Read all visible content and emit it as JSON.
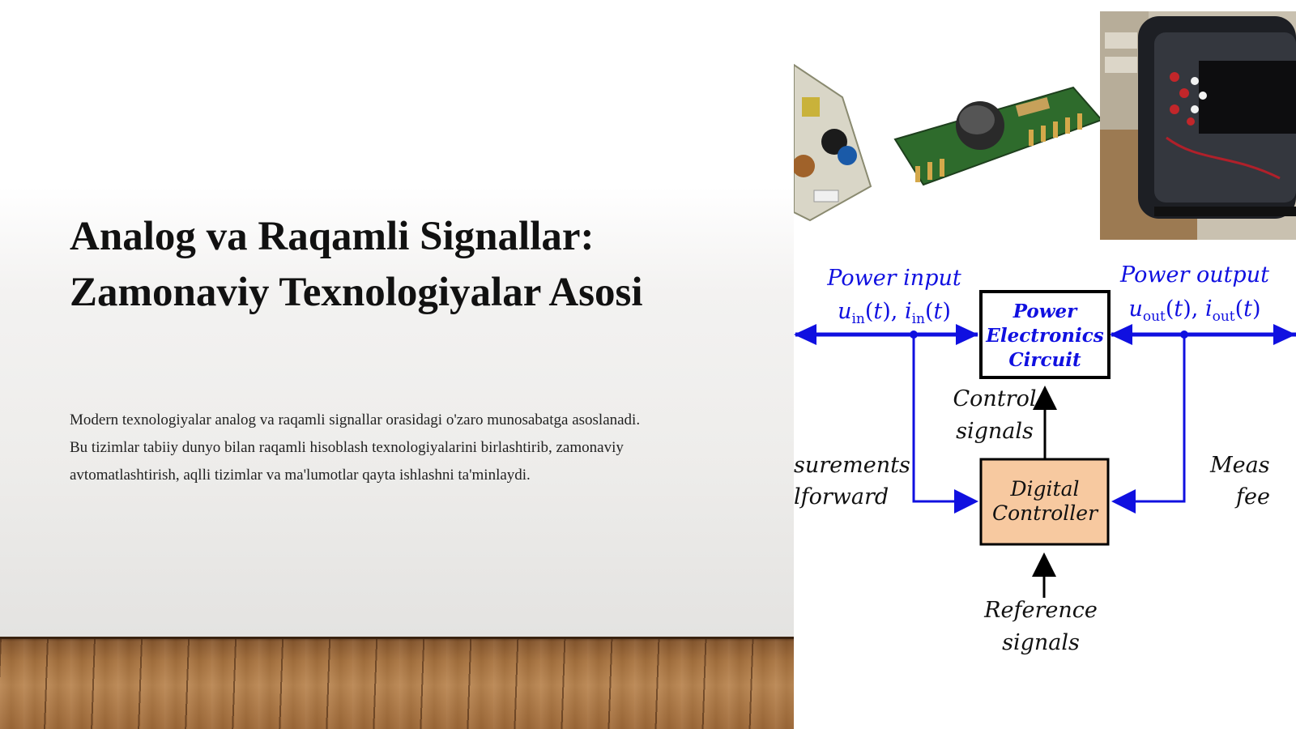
{
  "slide": {
    "title_line1": "Analog va Raqamli Signallar:",
    "title_line2": "Zamonaviy Texnologiyalar Asosi",
    "body_line1": "Modern texnologiyalar analog va raqamli signallar orasidagi o'zaro munosabatga asoslanadi.",
    "body_line2": "Bu tizimlar tabiiy dunyo bilan raqamli hisoblash texnologiyalarini birlashtirib, zamonaviy",
    "body_line3": "avtomatlashtirish, aqlli tizimlar va ma'lumotlar qayta ishlashni ta'minlaydi."
  },
  "diagram": {
    "power_input": "Power input",
    "power_output": "Power output",
    "pe_circuit_line1": "Power",
    "pe_circuit_line2": "Electronics",
    "pe_circuit_line3": "Circuit",
    "control_signals_line1": "Control",
    "control_signals_line2": "signals",
    "digital_controller_line1": "Digital",
    "digital_controller_line2": "Controller",
    "measurements_left": "surements",
    "feedforward_left": "lforward",
    "measurements_right": "Meas",
    "feedback_right": "fee",
    "reference_line1": "Reference",
    "reference_line2": "signals",
    "colors": {
      "signal_blue": "#1010e0",
      "controller_fill": "#f7c9a0",
      "box_stroke": "#000000"
    }
  }
}
